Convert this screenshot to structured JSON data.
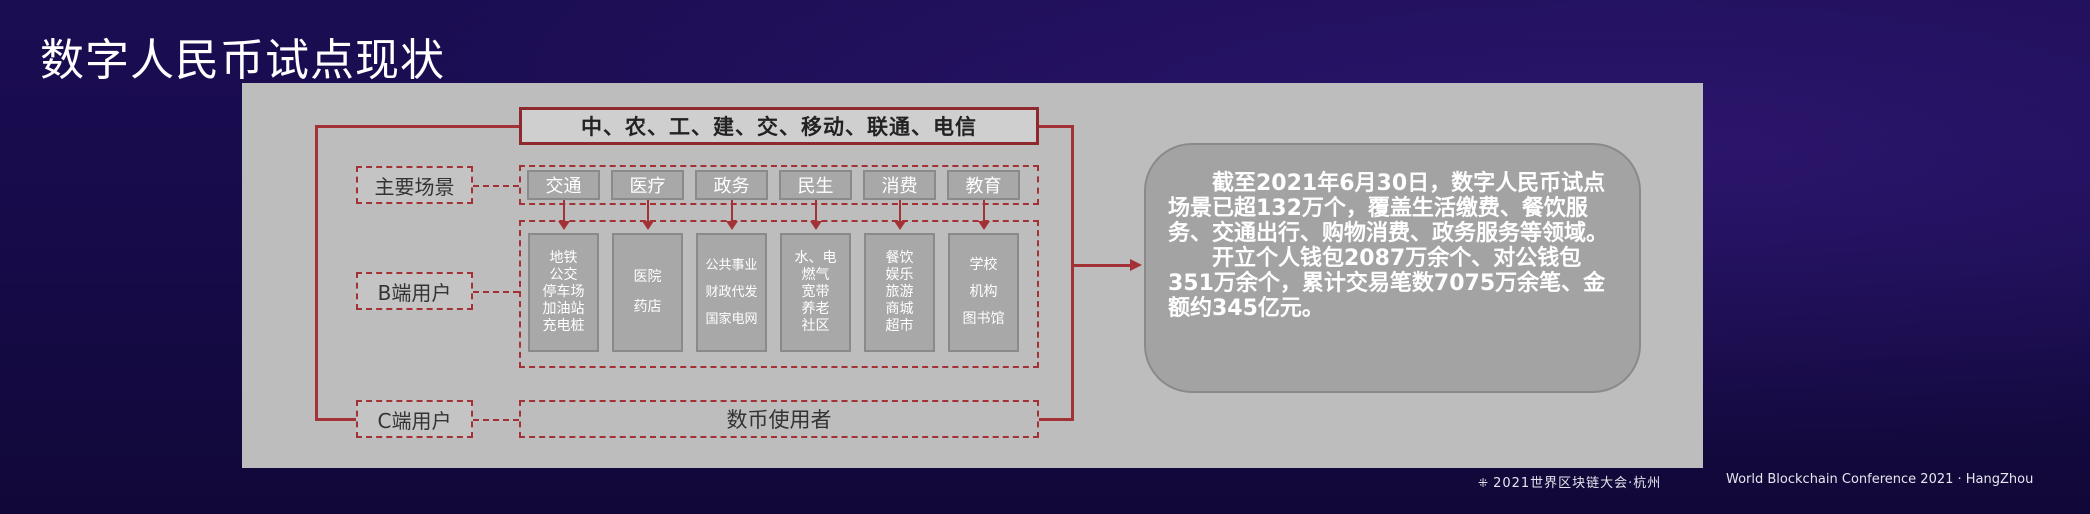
{
  "slide": {
    "title": "数字人民币试点现状"
  },
  "diagram": {
    "banks": "中、农、工、建、交、移动、联通、电信",
    "labels": {
      "scenes": "主要场景",
      "b_users": "B端用户",
      "c_users": "C端用户"
    },
    "scenes": [
      "交通",
      "医疗",
      "政务",
      "民生",
      "消费",
      "教育"
    ],
    "b_columns": [
      [
        "地铁",
        "公交",
        "停车场",
        "加油站",
        "充电桩"
      ],
      [
        "医院",
        "药店"
      ],
      [
        "公共事业",
        "财政代发",
        "国家电网"
      ],
      [
        "水、电",
        "燃气",
        "宽带",
        "养老",
        "社区"
      ],
      [
        "餐饮",
        "娱乐",
        "旅游",
        "商城",
        "超市"
      ],
      [
        "学校",
        "机构",
        "图书馆"
      ]
    ],
    "c_users_box": "数币使用者"
  },
  "summary": {
    "paragraph1": "截至2021年6月30日，数字人民币试点场景已超132万个，覆盖生活缴费、餐饮服务、交通出行、购物消费、政务服务等领域。",
    "paragraph2": "开立个人钱包2087万余个、对公钱包351万余个，累计交易笔数7075万余笔、金额约345亿元。"
  },
  "footer": {
    "cn": "2021世界区块链大会·杭州",
    "en": "World Blockchain Conference 2021 · HangZhou"
  },
  "colors": {
    "accent_red": "#a23236",
    "panel_gray": "#bdbdbd",
    "box_gray": "#a8a8a8"
  }
}
